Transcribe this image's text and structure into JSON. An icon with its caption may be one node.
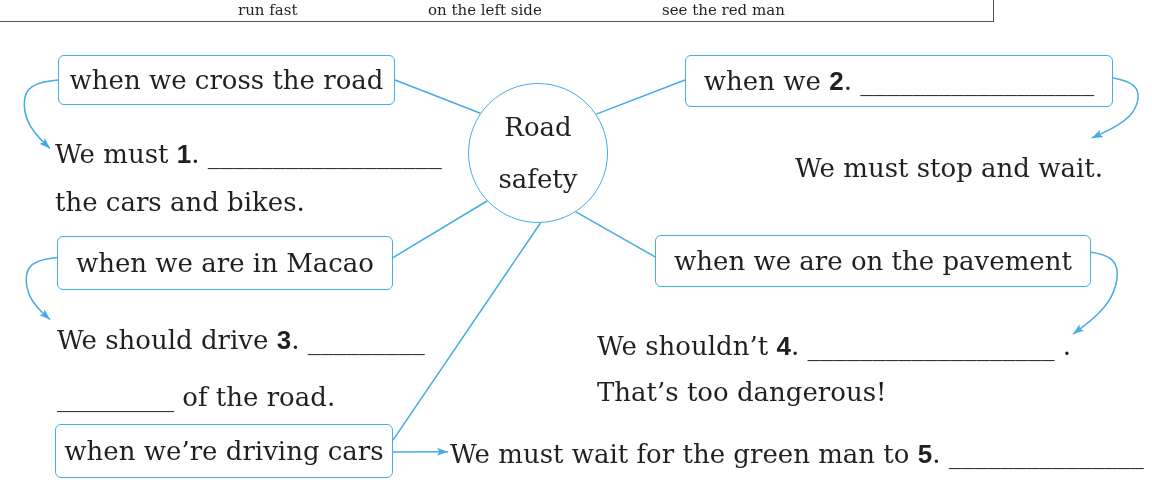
{
  "diagram": {
    "nodes": [
      {
        "text": [
          "run fast",
          "on the left side",
          "see the red man"
        ]
      },
      {
        "text": [
          "when we cross the road"
        ]
      },
      {
        "text": [
          "Road safety"
        ]
      },
      {
        "text": [
          "when we **2**. __________________"
        ]
      },
      {
        "text": [
          "We must **1**. __________________ the cars and bikes."
        ]
      },
      {
        "text": [
          "We must stop and wait."
        ]
      },
      {
        "text": [
          "when we are in Macao"
        ]
      },
      {
        "text": [
          "when we are on the pavement"
        ]
      },
      {
        "text": [
          "We should drive **3**. _________ _________ of the road."
        ]
      },
      {
        "text": [
          "We shouldn’t **4**. ___________________ .",
          "That’s too dangerous!"
        ]
      },
      {
        "text": [
          "when we’re driving cars"
        ]
      },
      {
        "text": [
          "We must wait for the green man to **5**. _______________"
        ]
      }
    ],
    "edges": [
      {
        "from": 2,
        "to": 1,
        "arrow": "none"
      },
      {
        "from": 2,
        "to": 3,
        "arrow": "none"
      },
      {
        "from": 2,
        "to": 6,
        "arrow": "none"
      },
      {
        "from": 2,
        "to": 7,
        "arrow": "none"
      },
      {
        "from": 2,
        "to": 10,
        "arrow": "none"
      },
      {
        "from": 1,
        "to": 4,
        "arrow": "to"
      },
      {
        "from": 3,
        "to": 5,
        "arrow": "to"
      },
      {
        "from": 6,
        "to": 8,
        "arrow": "to"
      },
      {
        "from": 7,
        "to": 9,
        "arrow": "to"
      },
      {
        "from": 10,
        "to": 11,
        "arrow": "to"
      }
    ]
  }
}
